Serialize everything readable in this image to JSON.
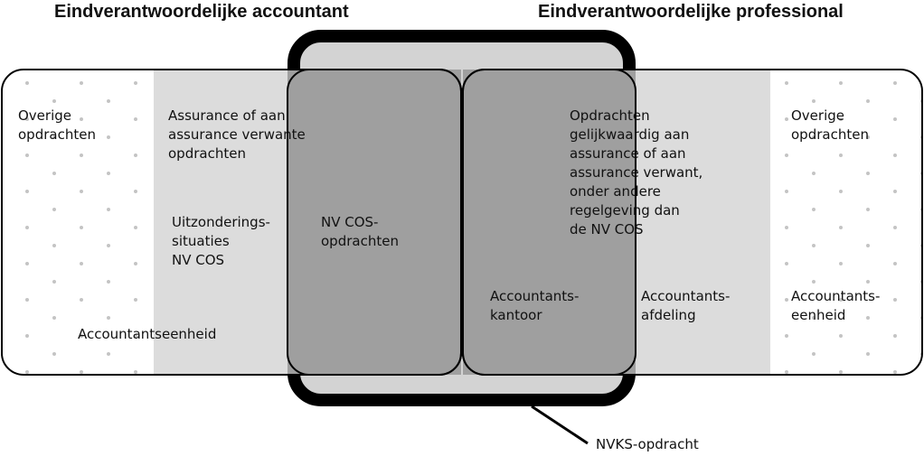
{
  "headings": {
    "left": "Eindverantwoordelijke accountant",
    "right": "Eindverantwoordelijke professional"
  },
  "left_panel": {
    "other": "Overige\nopdrachten",
    "assurance": "Assurance of aan\nassurance verwante\nopdrachten",
    "exceptions": "Uitzonderings-\nsituaties\nNV COS",
    "nvcos": "NV COS-\nopdrachten",
    "unit": "Accountantseenheid"
  },
  "right_panel": {
    "equivalent": "Opdrachten\ngelijkwaardig aan\nassurance of aan\nassurance verwant,\nonder andere\nregelgeving dan\nde NV COS",
    "office": "Accountants-\nkantoor",
    "department": "Accountants-\nafdeling",
    "other": "Overige\nopdrachten",
    "unit": "Accountants-\neenheid"
  },
  "callout": {
    "label": "NVKS-opdracht"
  }
}
